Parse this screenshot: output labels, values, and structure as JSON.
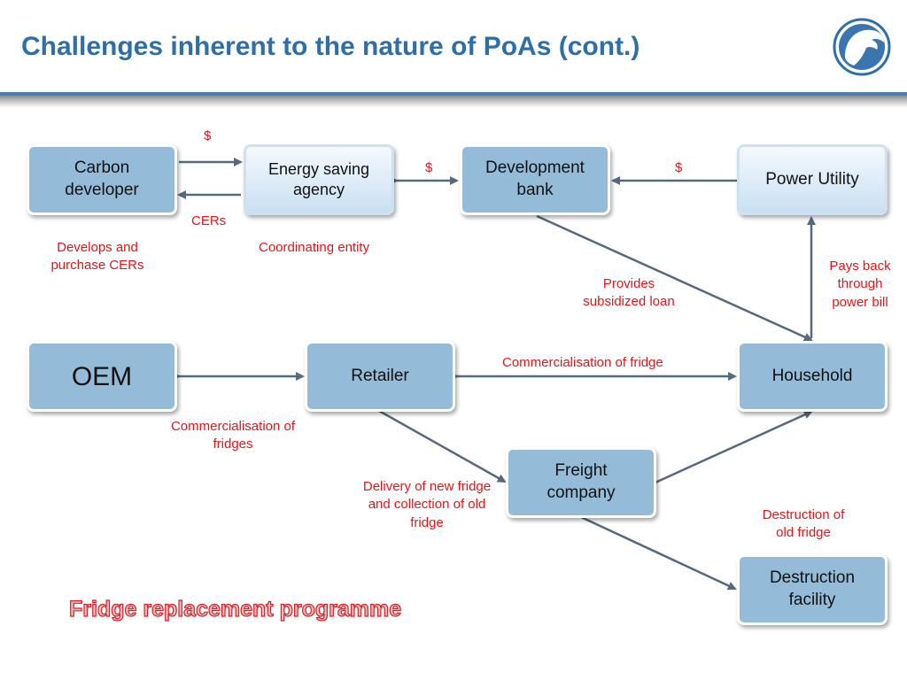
{
  "title": "Challenges inherent to the nature of PoAs (cont.)",
  "colors": {
    "title": "#2f6fa7",
    "node_dark": "#94bcd9",
    "node_light": "#dbeaf7",
    "arrow": "#56697f",
    "label_red": "#e0181c"
  },
  "nodes": {
    "carbon_developer": "Carbon developer",
    "energy_saving_agency": "Energy saving agency",
    "development_bank": "Development bank",
    "power_utility": "Power Utility",
    "oem": "OEM",
    "retailer": "Retailer",
    "household": "Household",
    "freight_company": "Freight company",
    "destruction_facility": "Destruction facility"
  },
  "labels": {
    "dollar_carbon": "$",
    "cers": "CERs",
    "dollar_bank": "$",
    "dollar_utility": "$",
    "develops": "Develops and purchase CERs",
    "coordinating": "Coordinating entity",
    "provides_loan": "Provides subsidized loan",
    "pays_back": "Pays back through power bill",
    "commercialisation_fridge": "Commercialisation of fridge",
    "commercialisation_fridges": "Commercialisation of fridges",
    "delivery": "Delivery of new fridge and collection of old fridge",
    "destruction_old": "Destruction of old fridge"
  },
  "programme_title": "Fridge replacement programme",
  "logo": {
    "icon": "eagle-head-icon"
  }
}
